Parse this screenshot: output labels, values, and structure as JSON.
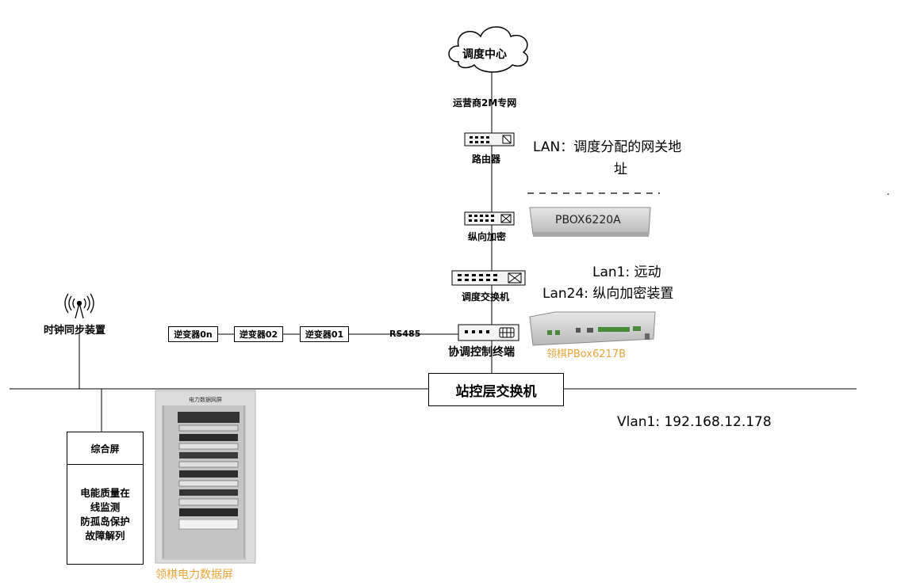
{
  "center": {
    "label": "调度中心"
  },
  "network": {
    "label": "运营商2M专网"
  },
  "router": {
    "label": "路由器",
    "note_line1": "LAN：调度分配的网关地",
    "note_line2": "址"
  },
  "encryptor": {
    "label": "纵向加密",
    "device_label": "PBOX6220A"
  },
  "dispatch_switch": {
    "label": "调度交换机",
    "note_line1": "Lan1: 远动",
    "note_line2": "Lan24: 纵向加密装置"
  },
  "terminal": {
    "label": "协调控制终端",
    "device_label": "领棋PBox6217B"
  },
  "rs485": {
    "label": "RS485"
  },
  "inverters": [
    "逆变器0n",
    "逆变器02",
    "逆变器01"
  ],
  "clock": {
    "label": "时钟同步装置"
  },
  "station_switch": {
    "label": "站控层交换机",
    "vlan": "Vlan1: 192.168.12.178"
  },
  "panel": {
    "title": "综合屏",
    "functions": [
      "电能质量在",
      "线监测",
      "防孤岛保护",
      "故障解列"
    ]
  },
  "cabinet": {
    "label": "领棋电力数据屏",
    "header": "电力数据网屏"
  },
  "colors": {
    "accent": "#e8a53a",
    "line": "#000000"
  }
}
